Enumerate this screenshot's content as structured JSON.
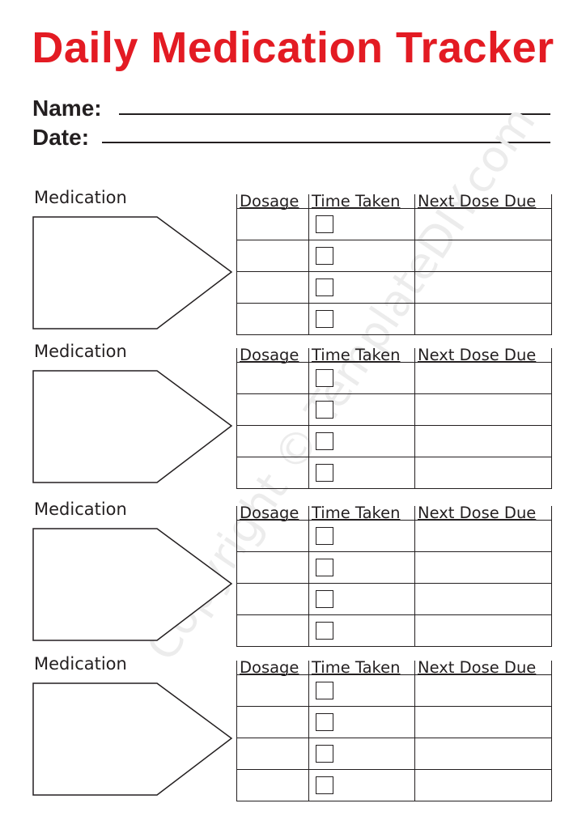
{
  "title": "Daily Medication Tracker",
  "title_color": "#e31b23",
  "name_label": "Name:",
  "date_label": "Date:",
  "watermark": "Copyright © TemplateDIY.com",
  "sections": [
    {
      "medication_label": "Medication",
      "columns": [
        "Dosage",
        "Time Taken",
        "Next Dose Due"
      ],
      "rows": 4
    },
    {
      "medication_label": "Medication",
      "columns": [
        "Dosage",
        "Time Taken",
        "Next Dose Due"
      ],
      "rows": 4
    },
    {
      "medication_label": "Medication",
      "columns": [
        "Dosage",
        "Time Taken",
        "Next Dose Due"
      ],
      "rows": 4
    },
    {
      "medication_label": "Medication",
      "columns": [
        "Dosage",
        "Time Taken",
        "Next Dose Due"
      ],
      "rows": 4
    }
  ]
}
